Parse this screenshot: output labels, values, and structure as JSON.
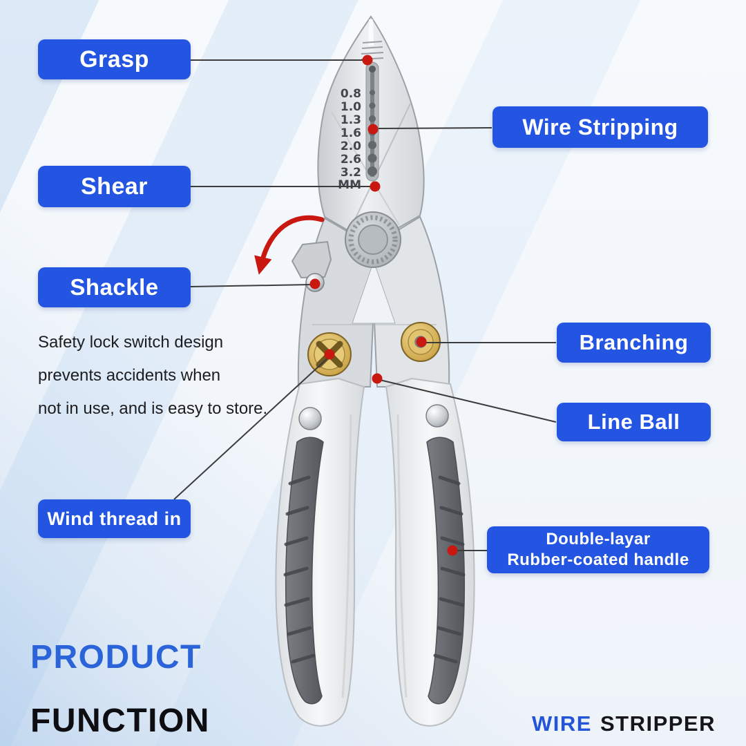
{
  "callouts": {
    "grasp": "Grasp",
    "wire_stripping": "Wire Stripping",
    "shear": "Shear",
    "shackle": "Shackle",
    "branching": "Branching",
    "line_ball": "Line Ball",
    "wind_thread_in": "Wind thread in",
    "handle_line1": "Double-layar",
    "handle_line2": "Rubber-coated handle"
  },
  "note": {
    "line1": "Safety lock switch design",
    "line2": "prevents accidents when",
    "line3": "not in use, and is easy to store."
  },
  "tool": {
    "marking_sizes": [
      "0.8",
      "1.0",
      "1.3",
      "1.6",
      "2.0",
      "2.6",
      "3.2"
    ],
    "marking_unit": "MM"
  },
  "footer": {
    "heading_line1": "PRODUCT",
    "heading_line2": "FUNCTION",
    "brand_first": "WIRE",
    "brand_second": "STRIPPER"
  },
  "colors": {
    "label_background": "#2355e2",
    "label_text": "#ffffff",
    "callout_red": "#c8180f",
    "heading_blue": "#2b63d8",
    "heading_black": "#0e0e12",
    "brass": "#c9a24a",
    "rubber_gray": "#5b5f64"
  }
}
